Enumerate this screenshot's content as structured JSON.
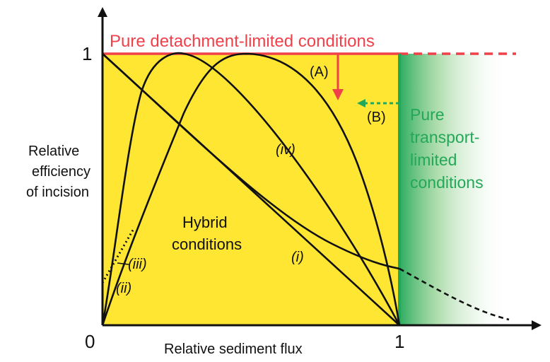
{
  "labels": {
    "top_title": "Pure detachment-limited conditions",
    "y_label_lines": [
      "Relative",
      "efficiency",
      "of incision"
    ],
    "x_label": "Relative sediment flux",
    "origin": "0",
    "y_tick_one": "1",
    "x_tick_one": "1",
    "arrow_a": "(A)",
    "arrow_b": "(B)",
    "transport_lines": [
      "Pure",
      "transport-",
      "limited",
      "conditions"
    ],
    "hybrid_lines": [
      "Hybrid",
      "conditions"
    ],
    "curve_i": "(i)",
    "curve_ii": "(ii)",
    "curve_iii": "(iii)",
    "curve_iv": "(iv)"
  },
  "colors": {
    "hybrid_fill": "#ffe633",
    "detachment_red": "#f0404a",
    "transport_green": "#22a858",
    "curve_black": "#111111"
  },
  "icons": [
    "x-axis-arrow-icon",
    "y-axis-arrow-icon",
    "down-arrow-icon",
    "left-arrow-icon"
  ]
}
